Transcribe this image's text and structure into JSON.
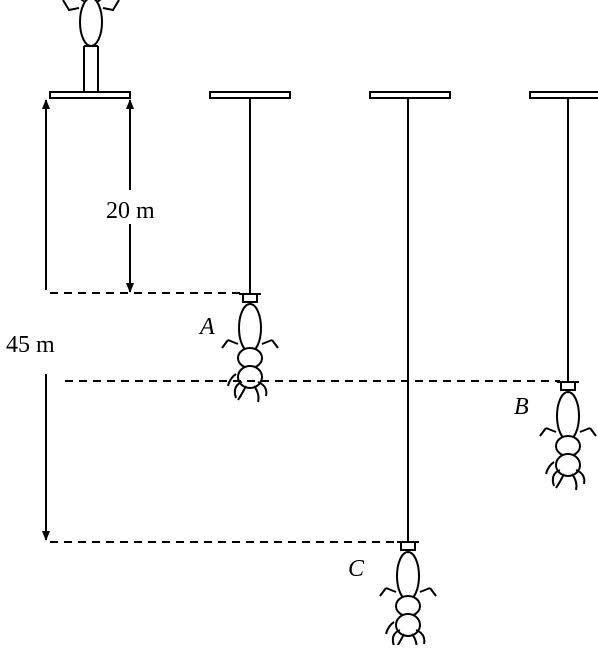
{
  "labels": {
    "distance_short": "20 m",
    "distance_long": "45 m",
    "jumper_a": "A",
    "jumper_b": "B",
    "jumper_c": "C"
  },
  "colors": {
    "stroke": "#000000",
    "background": "#ffffff"
  }
}
